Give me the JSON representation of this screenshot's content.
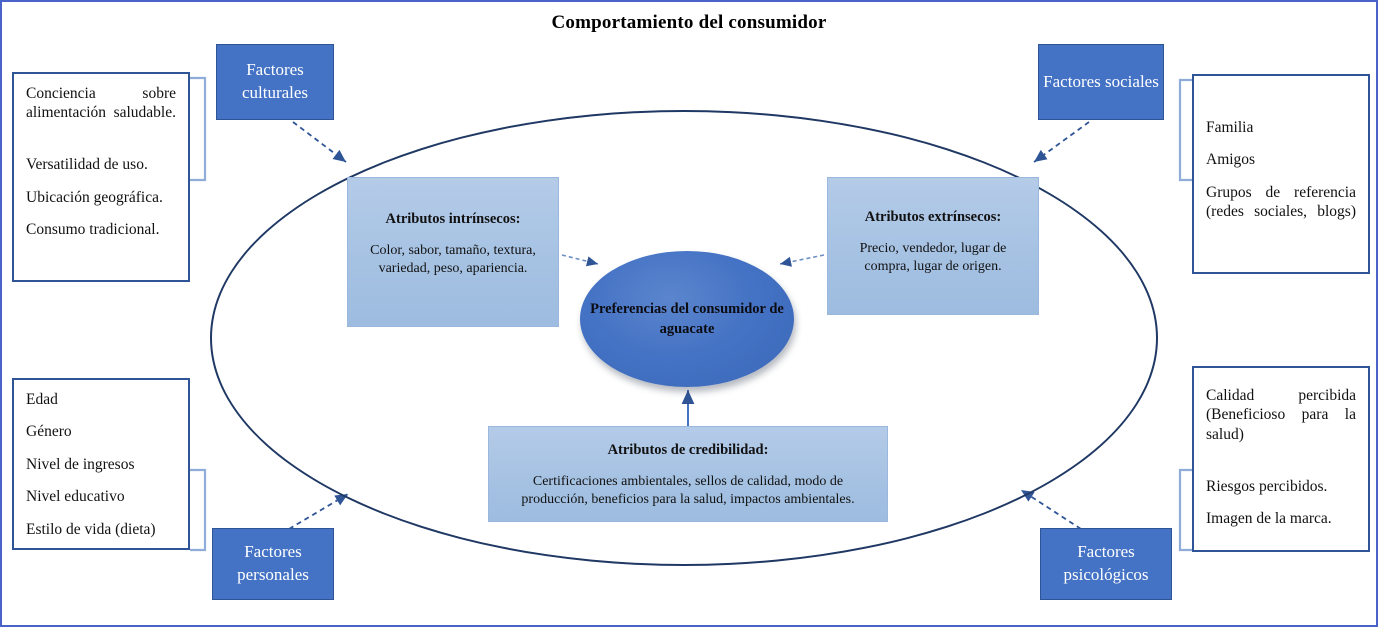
{
  "title": "Comportamiento del consumidor",
  "colors": {
    "frame_border": "#4a63c8",
    "dark_box": "#4472c4",
    "light_box": "#a6c2e3",
    "oval_stroke": "#1f3864",
    "connector": "#8fadd8",
    "arrow": "#2f5597"
  },
  "factors": {
    "cultural": "Factores culturales",
    "social": "Factores sociales",
    "personal": "Factores personales",
    "psychological": "Factores psicológicos"
  },
  "cultural_items": [
    "Conciencia sobre alimentación saludable.",
    "Versatilidad de uso.",
    "Ubicación geográfica.",
    "Consumo tradicional."
  ],
  "social_items": [
    "Familia",
    "Amigos",
    "Grupos de referencia (redes sociales, blogs)"
  ],
  "personal_items": [
    "Edad",
    "Género",
    "Nivel de ingresos",
    "Nivel educativo",
    "Estilo de vida (dieta)"
  ],
  "psychological_items": [
    "Calidad percibida (Beneficioso para la salud)",
    "Riesgos percibidos.",
    "Imagen de la marca."
  ],
  "attributes": {
    "intrinsic": {
      "title": "Atributos intrínsecos:",
      "body": "Color, sabor, tamaño, textura, variedad, peso, apariencia."
    },
    "extrinsic": {
      "title": "Atributos extrínsecos:",
      "body": "Precio, vendedor, lugar de compra, lugar de origen."
    },
    "credibility": {
      "title": "Atributos de credibilidad:",
      "body": "Certificaciones ambientales, sellos de calidad, modo de producción, beneficios para la salud, impactos ambientales."
    }
  },
  "core": "Preferencias del consumidor de aguacate"
}
